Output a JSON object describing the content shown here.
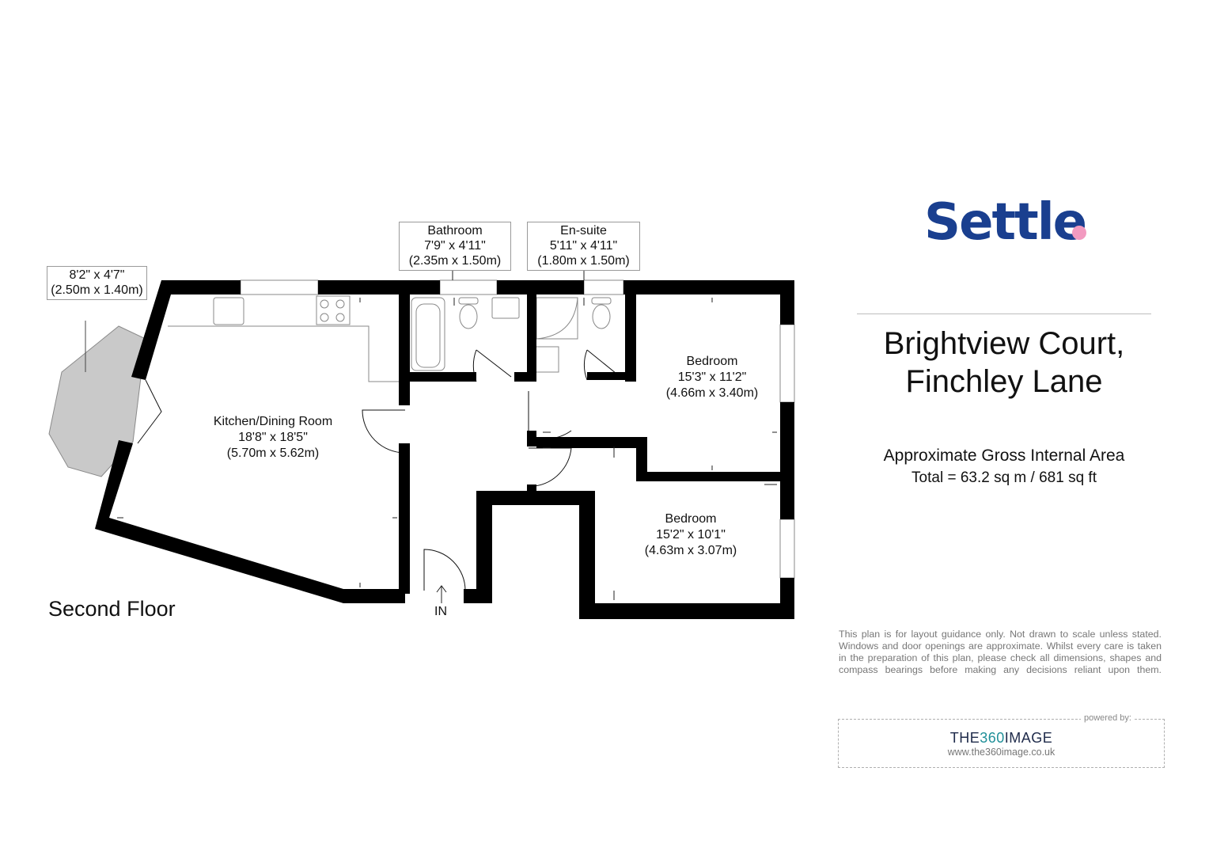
{
  "floor_label": "Second Floor",
  "brand_logo": {
    "text": "Settle",
    "color": "#1a3f8f",
    "dot_color": "#f29ac0"
  },
  "property": {
    "line1": "Brightview Court,",
    "line2": "Finchley Lane"
  },
  "area": {
    "heading": "Approximate Gross Internal Area",
    "total": "Total = 63.2 sq m / 681 sq ft"
  },
  "rooms": {
    "kitchen": {
      "name": "Kitchen/Dining Room",
      "imperial": "18'8\" x 18'5\"",
      "metric": "(5.70m x 5.62m)"
    },
    "bedroom1": {
      "name": "Bedroom",
      "imperial": "15'3\" x 11'2\"",
      "metric": "(4.66m x 3.40m)"
    },
    "bedroom2": {
      "name": "Bedroom",
      "imperial": "15'2\" x 10'1\"",
      "metric": "(4.63m x 3.07m)"
    },
    "bathroom": {
      "name": "Bathroom",
      "imperial": "7'9\" x 4'11\"",
      "metric": "(2.35m x 1.50m)"
    },
    "ensuite": {
      "name": "En-suite",
      "imperial": "5'11\" x 4'11\"",
      "metric": "(1.80m x 1.50m)"
    },
    "balcony": {
      "imperial": "8'2\" x 4'7\"",
      "metric": "(2.50m x 1.40m)"
    }
  },
  "entrance_label": "IN",
  "disclaimer": [
    "This plan is for layout guidance only. Not drawn to scale unless stated.",
    "Windows and door openings are approximate. Whilst every care is taken",
    "in the preparation of this plan, please check all dimensions, shapes and",
    "compass bearings before making any decisions reliant upon them."
  ],
  "powered": {
    "label": "powered by:",
    "brand_pre": "THE",
    "brand_num": "360",
    "brand_post": "IMAGE",
    "url": "www.the360image.co.uk"
  },
  "colors": {
    "wall": "#000000",
    "balcony_fill": "#c9c9c9",
    "divider": "#bdbdbd"
  }
}
